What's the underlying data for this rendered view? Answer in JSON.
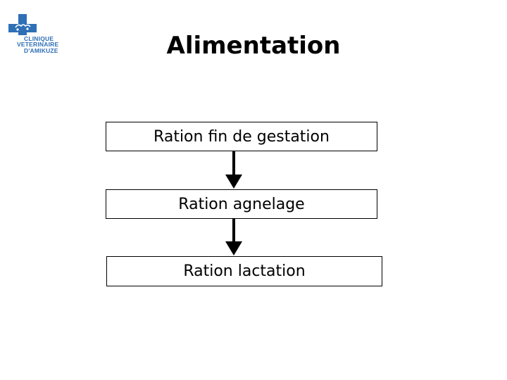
{
  "logo": {
    "lines": [
      "CLINIQUE",
      "VETERINAIRE",
      "D'AMIKUZE"
    ],
    "color": "#2f6fb6"
  },
  "title": "Alimentation",
  "steps": [
    {
      "label": "Ration fin de gestation"
    },
    {
      "label": "Ration agnelage"
    },
    {
      "label": "Ration lactation"
    }
  ]
}
